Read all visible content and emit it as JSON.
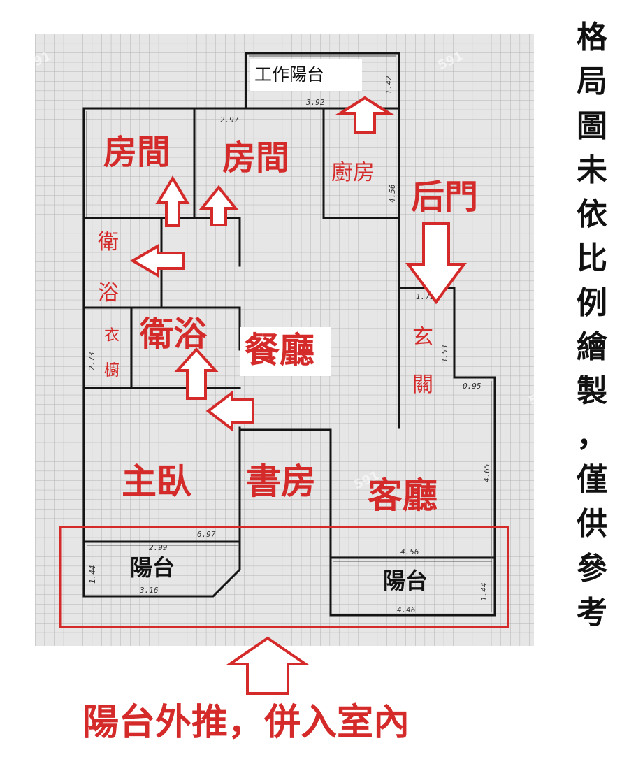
{
  "colors": {
    "accent": "#d42a2a",
    "wall": "#111111",
    "grid": "#bdbdbd",
    "paper": "#e4e4e4"
  },
  "rooms": {
    "work_balcony": "工作陽台",
    "room1": "房間",
    "room2": "房間",
    "kitchen": "廚房",
    "service_door": "后門",
    "bath_small_1": "衛",
    "bath_small_2": "浴",
    "wardrobe_1": "衣",
    "wardrobe_2": "櫥",
    "bath_main": "衛浴",
    "dining": "餐廳",
    "foyer_1": "玄",
    "foyer_2": "關",
    "master_bedroom": "主臥",
    "study": "書房",
    "living_room": "客廳",
    "balcony_left": "陽台",
    "balcony_right": "陽台"
  },
  "dimensions": {
    "d1": "3.92",
    "d2": "2.97",
    "d3": "1.42",
    "d4": "4.56",
    "d5": "1.71",
    "d6": "3.53",
    "d7": "0.95",
    "d8": "4.65",
    "d9": "2.73",
    "d10": "6.97",
    "d11": "2.99",
    "d12": "3.16",
    "d13": "4.56",
    "d14": "4.46",
    "d15": "1.44",
    "d16": "1.44"
  },
  "note_vertical": [
    "格",
    "局",
    "圖",
    "未",
    "依",
    "比",
    "例",
    "繪",
    "製",
    "，",
    "僅",
    "供",
    "參",
    "考"
  ],
  "bottom_caption": "陽台外推，併入室內",
  "icons": [
    "arrow-up-icon",
    "arrow-left-icon",
    "arrow-down-icon"
  ]
}
